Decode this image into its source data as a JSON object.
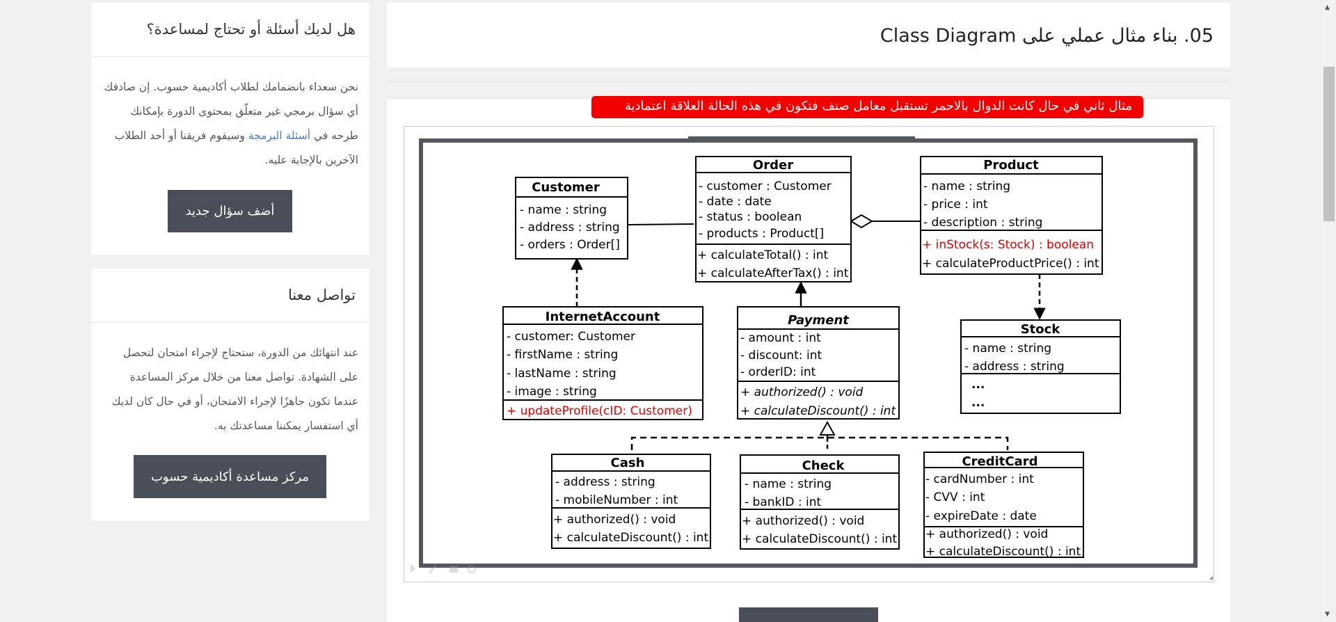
{
  "sidebar": {
    "questions": {
      "title": "هل لديك أسئلة أو تحتاج لمساعدة؟",
      "text_before_link": "نحن سعداء بانضمامك لطلاب أكاديمية حسوب. إن صادفك أي سؤال برمجي غير متعلّق بمحتوى الدورة بإمكانك طرحه في",
      "link": "أسئلة البرمجة",
      "text_after_link": "وسيقوم فريقنا أو أحد الطلاب الآخرين بالإجابة عليه.",
      "button": "أضف سؤال جديد"
    },
    "contact": {
      "title": "تواصل معنا",
      "text": "عند انتهائك من الدورة، ستحتاج لإجراء امتحان لتحصل على الشهادة. تواصل معنا من خلال مركز المساعدة عندما تكون جاهزًا لإجراء الامتحان، أو في حال كان لديك أي استفسار يمكننا مساعدتك به.",
      "button": "مركز مساعدة أكاديمية حسوب"
    }
  },
  "lesson": {
    "title": "05. بناء مثال عملي على Class Diagram",
    "banner": "مثال ثاني في حال كانت الدوال بالاحمر تستقبل معامل صنف فتكون في هذه الحالة العلاقة اعتمادية"
  },
  "diagram": {
    "colors": {
      "red": "#e00000",
      "frame": "#55575f"
    },
    "customer": {
      "name": "Customer",
      "attrs": [
        "- name : string",
        "- address : string",
        "- orders : Order[]"
      ]
    },
    "order": {
      "name": "Order",
      "attrs": [
        "- customer : Customer",
        "- date : date",
        "- status : boolean",
        "- products : Product[]"
      ],
      "methods": [
        "+ calculateTotal() : int",
        "+ calculateAfterTax() : int"
      ]
    },
    "product": {
      "name": "Product",
      "attrs": [
        "- name : string",
        "- price : int",
        "- description : string"
      ],
      "methods": [
        "+ inStock(s: Stock) : boolean",
        "+ calculateProductPrice() : int"
      ]
    },
    "stock": {
      "name": "Stock",
      "attrs": [
        "- name : string",
        "- address : string"
      ],
      "methods": [
        "...",
        "..."
      ]
    },
    "internet": {
      "name": "InternetAccount",
      "attrs": [
        "- customer: Customer",
        "- firstName : string",
        "- lastName : string",
        "- image : string"
      ],
      "methods": [
        "+ updateProfile(cID: Customer)"
      ]
    },
    "payment": {
      "name": "Payment",
      "attrs": [
        "- amount : int",
        "- discount: int",
        "- orderID: int"
      ],
      "methods": [
        "+ authorized() : void",
        "+ calculateDiscount() : int"
      ]
    },
    "cash": {
      "name": "Cash",
      "attrs": [
        "- address : string",
        "- mobileNumber : int"
      ],
      "methods": [
        "+ authorized() : void",
        "+ calculateDiscount() : int"
      ]
    },
    "check": {
      "name": "Check",
      "attrs": [
        "- name : string",
        "- bankID : int"
      ],
      "methods": [
        "+ authorized() : void",
        "+ calculateDiscount() : int"
      ]
    },
    "credit": {
      "name": "CreditCard",
      "attrs": [
        "- cardNumber : int",
        "- CVV : int",
        "- expireDate : date"
      ],
      "methods": [
        "+ authorized() : void",
        "+ calculateDiscount() : int"
      ]
    }
  }
}
